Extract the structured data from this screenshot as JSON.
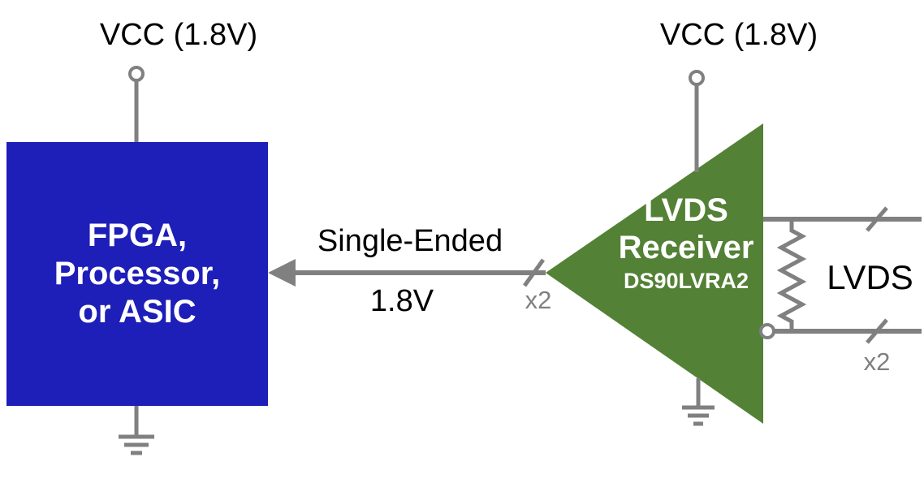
{
  "diagram": {
    "vcc_left": "VCC (1.8V)",
    "vcc_right": "VCC (1.8V)",
    "left_block": {
      "line1": "FPGA,",
      "line2": "Processor,",
      "line3": "or ASIC"
    },
    "arrow_label_top": "Single-Ended",
    "arrow_label_bottom": "1.8V",
    "arrow_bus_count": "x2",
    "receiver": {
      "title_line1": "LVDS",
      "title_line2": "Receiver",
      "part": "DS90LVRA2"
    },
    "lvds_label": "LVDS",
    "lvds_bus_count": "x2",
    "colors": {
      "block_blue": "#1e1eb8",
      "receiver_green": "#538135",
      "wire_gray": "#808080",
      "label_gray": "#808080"
    }
  }
}
